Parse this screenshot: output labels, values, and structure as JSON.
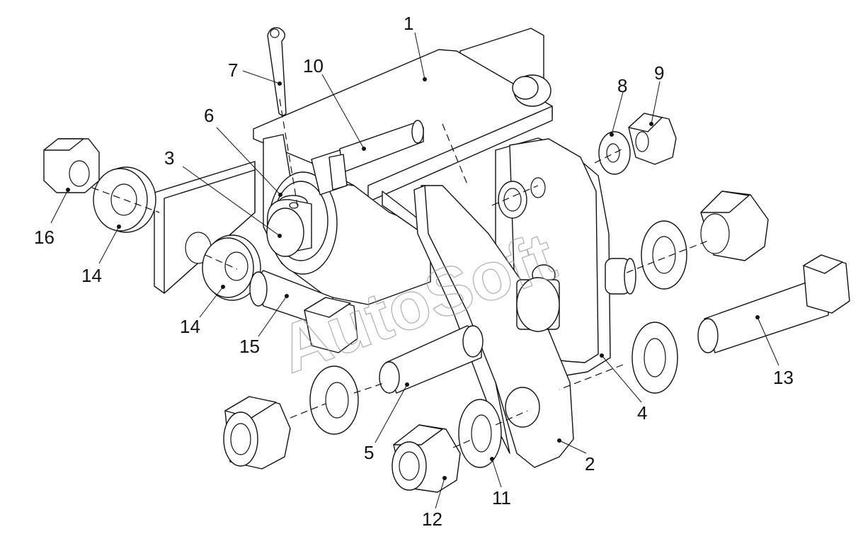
{
  "watermark": "AutoSoft",
  "colors": {
    "line": "#111111",
    "background": "#ffffff",
    "watermark": "#9a9a9a"
  },
  "callouts": {
    "c1": "1",
    "c2": "2",
    "c3": "3",
    "c4": "4",
    "c5": "5",
    "c6": "6",
    "c7": "7",
    "c8": "8",
    "c9": "9",
    "c10": "10",
    "c11": "11",
    "c12": "12",
    "c13": "13",
    "c14a": "14",
    "c14b": "14",
    "c15": "15",
    "c16": "16"
  }
}
